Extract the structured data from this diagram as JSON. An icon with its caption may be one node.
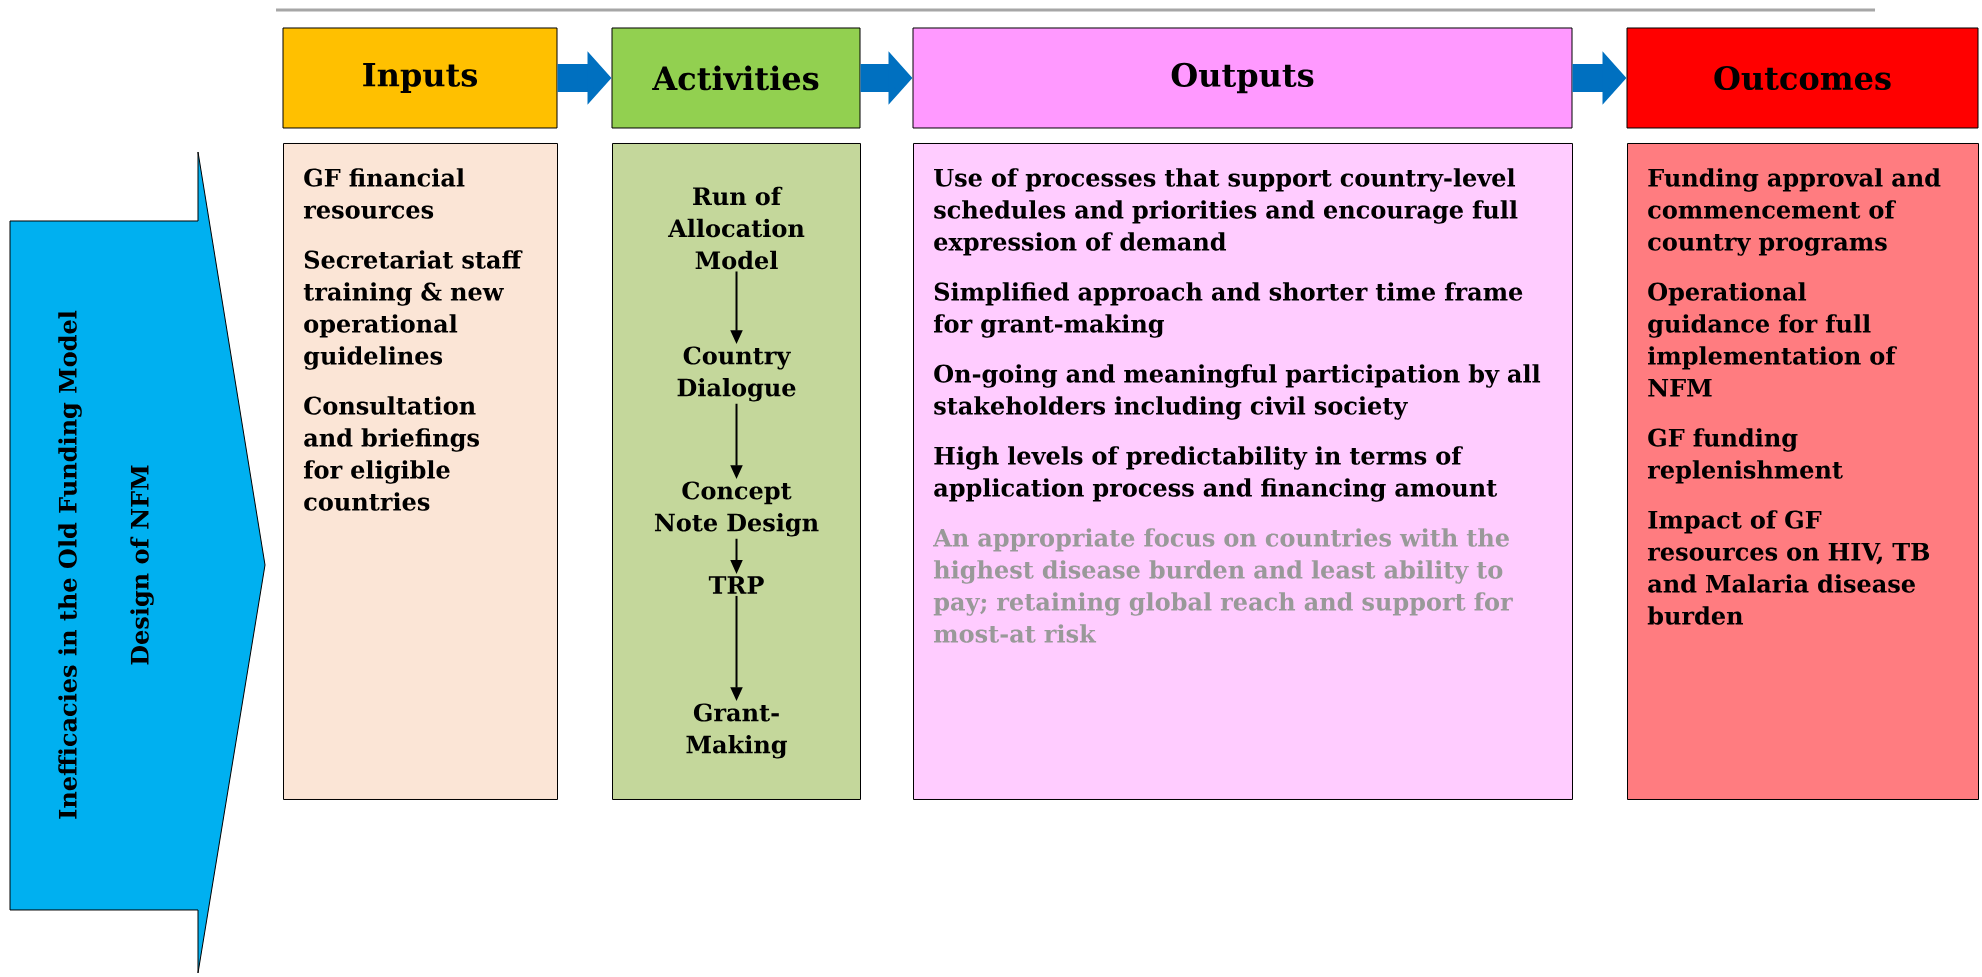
{
  "diagram": {
    "nodes": [
      {
        "text": [
          "Inefficacies in the Old Funding Model",
          "Design of NFM"
        ]
      },
      {
        "text": [
          "Inputs"
        ]
      },
      {
        "text": [
          "Activities"
        ]
      },
      {
        "text": [
          "Outputs"
        ]
      },
      {
        "text": [
          "Outcomes"
        ]
      },
      {
        "text": [
          "GF financial resources",
          "Secretariat staff training & new operational guidelines",
          "Consultation and briefings for eligible countries"
        ]
      },
      {
        "text": [],
        "shape": "box"
      },
      {
        "text": [
          "Run of Allocation Model"
        ],
        "in": 6
      },
      {
        "text": [
          "Country Dialogue"
        ],
        "in": 6
      },
      {
        "text": [
          "Concept Note Design"
        ],
        "in": 6
      },
      {
        "text": [
          "TRP"
        ],
        "in": 6
      },
      {
        "text": [
          "Grant-Making"
        ],
        "in": 6
      },
      {
        "text": [
          "Use of processes that support country-level schedules and priorities and encourage full expression of demand",
          "Simplified approach and shorter time frame for grant-making",
          "On-going and meaningful participation by all stakeholders including civil society",
          "High levels of predictability in terms of application process and financing amount",
          "An appropriate focus on countries with the highest disease burden and least ability to pay; retaining global reach and support for most-at risk"
        ]
      },
      {
        "text": [
          "Funding approval and commencement of country programs",
          "Operational guidance for full implementation of NFM",
          "GF funding replenishment",
          "Impact of GF resources on HIV, TB and Malaria disease burden"
        ]
      }
    ],
    "edges": [
      {
        "from": 1,
        "to": 2,
        "arrow": "to",
        "style": "thick",
        "color": "#0070c0"
      },
      {
        "from": 2,
        "to": 3,
        "arrow": "to",
        "style": "thick",
        "color": "#0070c0"
      },
      {
        "from": 3,
        "to": 4,
        "arrow": "to",
        "style": "thick",
        "color": "#0070c0"
      },
      {
        "from": 7,
        "to": 8,
        "arrow": "to"
      },
      {
        "from": 8,
        "to": 9,
        "arrow": "to"
      },
      {
        "from": 9,
        "to": 10,
        "arrow": "to"
      },
      {
        "from": 10,
        "to": 11,
        "arrow": "to"
      }
    ]
  }
}
